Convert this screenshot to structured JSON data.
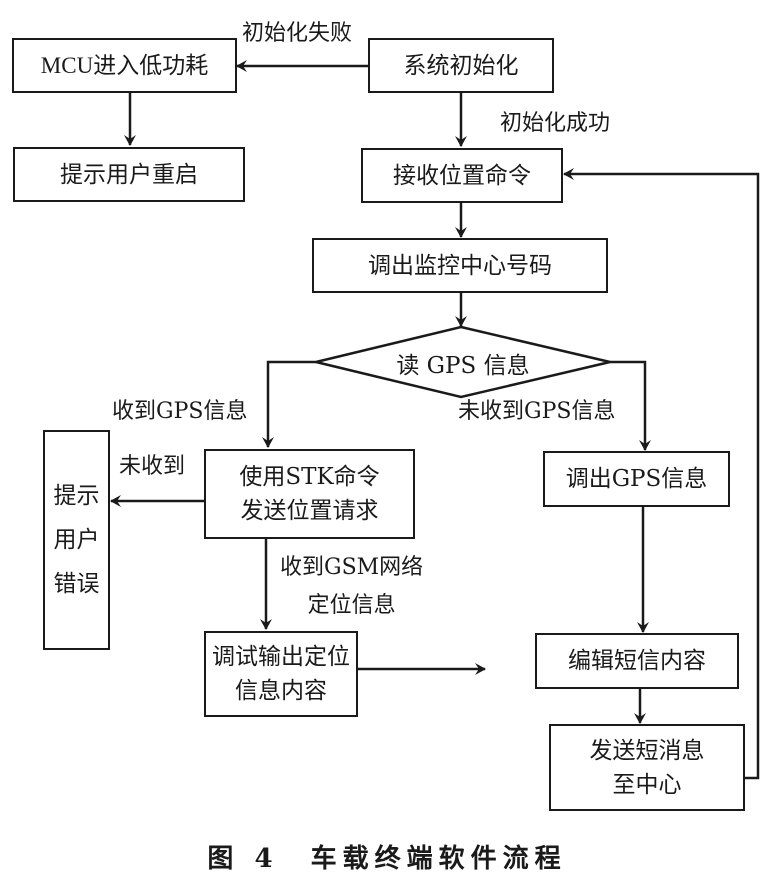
{
  "nodes": {
    "mcu_low_power": "MCU进入低功耗",
    "system_init": "系统初始化",
    "prompt_restart": "提示用户重启",
    "receive_location_cmd": "接收位置命令",
    "fetch_monitor_number": "调出监控中心号码",
    "read_gps": "读 GPS 信息",
    "prompt_user_error": "提示\n用户\n错误",
    "stk_send_request": "使用STK命令\n发送位置请求",
    "fetch_gps_info": "调出GPS信息",
    "debug_output": "调试输出定位\n信息内容",
    "edit_sms": "编辑短信内容",
    "send_sms": "发送短消息\n至中心"
  },
  "edge_labels": {
    "init_fail": "初始化失败",
    "init_success": "初始化成功",
    "gps_received": "收到GPS信息",
    "gps_not_received": "未收到GPS信息",
    "not_received": "未收到",
    "gsm_received": "收到GSM网络\n定位信息"
  },
  "caption": "图 4　车载终端软件流程"
}
